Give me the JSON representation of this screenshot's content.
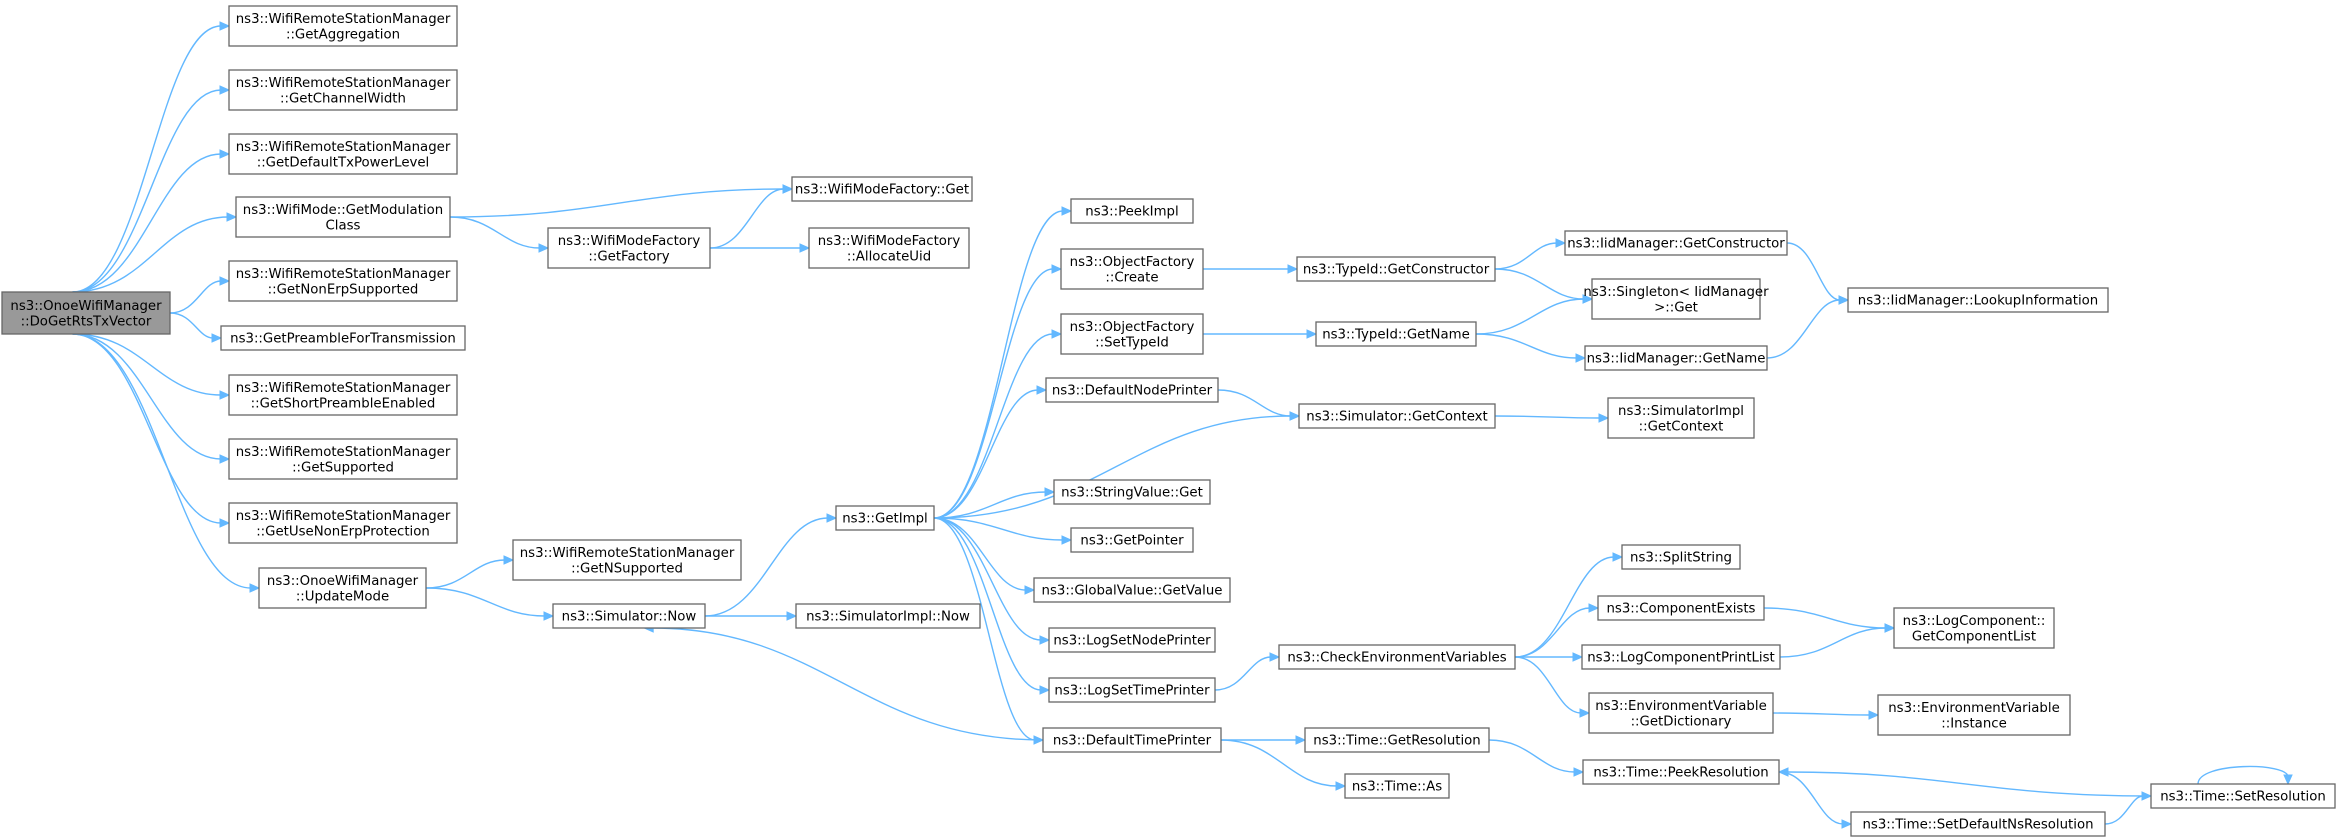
{
  "diagram": {
    "colors": {
      "edge": "#63b8ff",
      "node_border": "#666666",
      "node_fill": "#ffffff",
      "root_fill": "#999999",
      "text": "#000000"
    },
    "nodes": [
      {
        "id": "root",
        "lines": [
          "ns3::OnoeWifiManager",
          "::DoGetRtsTxVector"
        ],
        "root": true
      },
      {
        "id": "getAgg",
        "lines": [
          "ns3::WifiRemoteStationManager",
          "::GetAggregation"
        ]
      },
      {
        "id": "getCW",
        "lines": [
          "ns3::WifiRemoteStationManager",
          "::GetChannelWidth"
        ]
      },
      {
        "id": "getDefTx",
        "lines": [
          "ns3::WifiRemoteStationManager",
          "::GetDefaultTxPowerLevel"
        ]
      },
      {
        "id": "getModClass",
        "lines": [
          "ns3::WifiMode::GetModulation",
          "Class"
        ]
      },
      {
        "id": "getNonErp",
        "lines": [
          "ns3::WifiRemoteStationManager",
          "::GetNonErpSupported"
        ]
      },
      {
        "id": "getPreamble",
        "lines": [
          "ns3::GetPreambleForTransmission"
        ]
      },
      {
        "id": "getShortPre",
        "lines": [
          "ns3::WifiRemoteStationManager",
          "::GetShortPreambleEnabled"
        ]
      },
      {
        "id": "getSupported",
        "lines": [
          "ns3::WifiRemoteStationManager",
          "::GetSupported"
        ]
      },
      {
        "id": "getUseNonErp",
        "lines": [
          "ns3::WifiRemoteStationManager",
          "::GetUseNonErpProtection"
        ]
      },
      {
        "id": "updateMode",
        "lines": [
          "ns3::OnoeWifiManager",
          "::UpdateMode"
        ]
      },
      {
        "id": "wmfGet",
        "lines": [
          "ns3::WifiModeFactory::Get"
        ]
      },
      {
        "id": "wmfGetFactory",
        "lines": [
          "ns3::WifiModeFactory",
          "::GetFactory"
        ]
      },
      {
        "id": "wmfAllocUid",
        "lines": [
          "ns3::WifiModeFactory",
          "::AllocateUid"
        ]
      },
      {
        "id": "getNSupported",
        "lines": [
          "ns3::WifiRemoteStationManager",
          "::GetNSupported"
        ]
      },
      {
        "id": "simNow",
        "lines": [
          "ns3::Simulator::Now"
        ]
      },
      {
        "id": "simImplNow",
        "lines": [
          "ns3::SimulatorImpl::Now"
        ]
      },
      {
        "id": "getImpl",
        "lines": [
          "ns3::GetImpl"
        ]
      },
      {
        "id": "peekImpl",
        "lines": [
          "ns3::PeekImpl"
        ]
      },
      {
        "id": "ofCreate",
        "lines": [
          "ns3::ObjectFactory",
          "::Create"
        ]
      },
      {
        "id": "ofSetTypeId",
        "lines": [
          "ns3::ObjectFactory",
          "::SetTypeId"
        ]
      },
      {
        "id": "defNodePrinter",
        "lines": [
          "ns3::DefaultNodePrinter"
        ]
      },
      {
        "id": "strValGet",
        "lines": [
          "ns3::StringValue::Get"
        ]
      },
      {
        "id": "getPointer",
        "lines": [
          "ns3::GetPointer"
        ]
      },
      {
        "id": "gvGetValue",
        "lines": [
          "ns3::GlobalValue::GetValue"
        ]
      },
      {
        "id": "logSetNodePrinter",
        "lines": [
          "ns3::LogSetNodePrinter"
        ]
      },
      {
        "id": "logSetTimePrinter",
        "lines": [
          "ns3::LogSetTimePrinter"
        ]
      },
      {
        "id": "defTimePrinter",
        "lines": [
          "ns3::DefaultTimePrinter"
        ]
      },
      {
        "id": "tidGetCtor",
        "lines": [
          "ns3::TypeId::GetConstructor"
        ]
      },
      {
        "id": "tidGetName",
        "lines": [
          "ns3::TypeId::GetName"
        ]
      },
      {
        "id": "simGetContext",
        "lines": [
          "ns3::Simulator::GetContext"
        ]
      },
      {
        "id": "checkEnv",
        "lines": [
          "ns3::CheckEnvironmentVariables"
        ]
      },
      {
        "id": "timeGetRes",
        "lines": [
          "ns3::Time::GetResolution"
        ]
      },
      {
        "id": "timeAs",
        "lines": [
          "ns3::Time::As"
        ]
      },
      {
        "id": "iidGetCtor",
        "lines": [
          "ns3::IidManager::GetConstructor"
        ]
      },
      {
        "id": "singletonGet",
        "lines": [
          "ns3::Singleton< IidManager",
          ">::Get"
        ]
      },
      {
        "id": "iidGetName",
        "lines": [
          "ns3::IidManager::GetName"
        ]
      },
      {
        "id": "simImplGetCtx",
        "lines": [
          "ns3::SimulatorImpl",
          "::GetContext"
        ]
      },
      {
        "id": "splitString",
        "lines": [
          "ns3::SplitString"
        ]
      },
      {
        "id": "compExists",
        "lines": [
          "ns3::ComponentExists"
        ]
      },
      {
        "id": "logCompPrintList",
        "lines": [
          "ns3::LogComponentPrintList"
        ]
      },
      {
        "id": "envGetDict",
        "lines": [
          "ns3::EnvironmentVariable",
          "::GetDictionary"
        ]
      },
      {
        "id": "timePeekRes",
        "lines": [
          "ns3::Time::PeekResolution"
        ]
      },
      {
        "id": "timeSetDefNs",
        "lines": [
          "ns3::Time::SetDefaultNsResolution"
        ]
      },
      {
        "id": "iidLookup",
        "lines": [
          "ns3::IidManager::LookupInformation"
        ]
      },
      {
        "id": "logCompGetList",
        "lines": [
          "ns3::LogComponent::",
          "GetComponentList"
        ]
      },
      {
        "id": "envInstance",
        "lines": [
          "ns3::EnvironmentVariable",
          "::Instance"
        ]
      },
      {
        "id": "timeSetRes",
        "lines": [
          "ns3::Time::SetResolution"
        ]
      }
    ],
    "edges": [
      [
        "root",
        "getAgg"
      ],
      [
        "root",
        "getCW"
      ],
      [
        "root",
        "getDefTx"
      ],
      [
        "root",
        "getModClass"
      ],
      [
        "root",
        "getNonErp"
      ],
      [
        "root",
        "getPreamble"
      ],
      [
        "root",
        "getShortPre"
      ],
      [
        "root",
        "getSupported"
      ],
      [
        "root",
        "getUseNonErp"
      ],
      [
        "root",
        "updateMode"
      ],
      [
        "getModClass",
        "wmfGet"
      ],
      [
        "getModClass",
        "wmfGetFactory"
      ],
      [
        "wmfGetFactory",
        "wmfGet"
      ],
      [
        "wmfGetFactory",
        "wmfAllocUid"
      ],
      [
        "updateMode",
        "getNSupported"
      ],
      [
        "updateMode",
        "simNow"
      ],
      [
        "simNow",
        "getImpl"
      ],
      [
        "simNow",
        "simImplNow"
      ],
      [
        "getImpl",
        "peekImpl"
      ],
      [
        "getImpl",
        "ofCreate"
      ],
      [
        "getImpl",
        "ofSetTypeId"
      ],
      [
        "getImpl",
        "defNodePrinter"
      ],
      [
        "getImpl",
        "simGetContext"
      ],
      [
        "getImpl",
        "strValGet"
      ],
      [
        "getImpl",
        "getPointer"
      ],
      [
        "getImpl",
        "gvGetValue"
      ],
      [
        "getImpl",
        "logSetNodePrinter"
      ],
      [
        "getImpl",
        "logSetTimePrinter"
      ],
      [
        "getImpl",
        "defTimePrinter"
      ],
      [
        "ofCreate",
        "tidGetCtor"
      ],
      [
        "ofSetTypeId",
        "tidGetName"
      ],
      [
        "tidGetCtor",
        "iidGetCtor"
      ],
      [
        "tidGetCtor",
        "singletonGet"
      ],
      [
        "tidGetName",
        "singletonGet"
      ],
      [
        "tidGetName",
        "iidGetName"
      ],
      [
        "iidGetCtor",
        "iidLookup"
      ],
      [
        "iidGetName",
        "iidLookup"
      ],
      [
        "defNodePrinter",
        "simGetContext"
      ],
      [
        "simGetContext",
        "simImplGetCtx"
      ],
      [
        "logSetTimePrinter",
        "checkEnv"
      ],
      [
        "checkEnv",
        "splitString"
      ],
      [
        "checkEnv",
        "compExists"
      ],
      [
        "checkEnv",
        "logCompPrintList"
      ],
      [
        "checkEnv",
        "envGetDict"
      ],
      [
        "compExists",
        "logCompGetList"
      ],
      [
        "logCompPrintList",
        "logCompGetList"
      ],
      [
        "envGetDict",
        "envInstance"
      ],
      [
        "defTimePrinter",
        "simNow"
      ],
      [
        "defTimePrinter",
        "timeGetRes"
      ],
      [
        "defTimePrinter",
        "timeAs"
      ],
      [
        "timeGetRes",
        "timePeekRes"
      ],
      [
        "timePeekRes",
        "timeSetDefNs"
      ],
      [
        "timeSetDefNs",
        "timeSetRes"
      ],
      [
        "timeSetRes",
        "timePeekRes"
      ],
      [
        "timeSetRes",
        "timeSetRes"
      ]
    ]
  }
}
